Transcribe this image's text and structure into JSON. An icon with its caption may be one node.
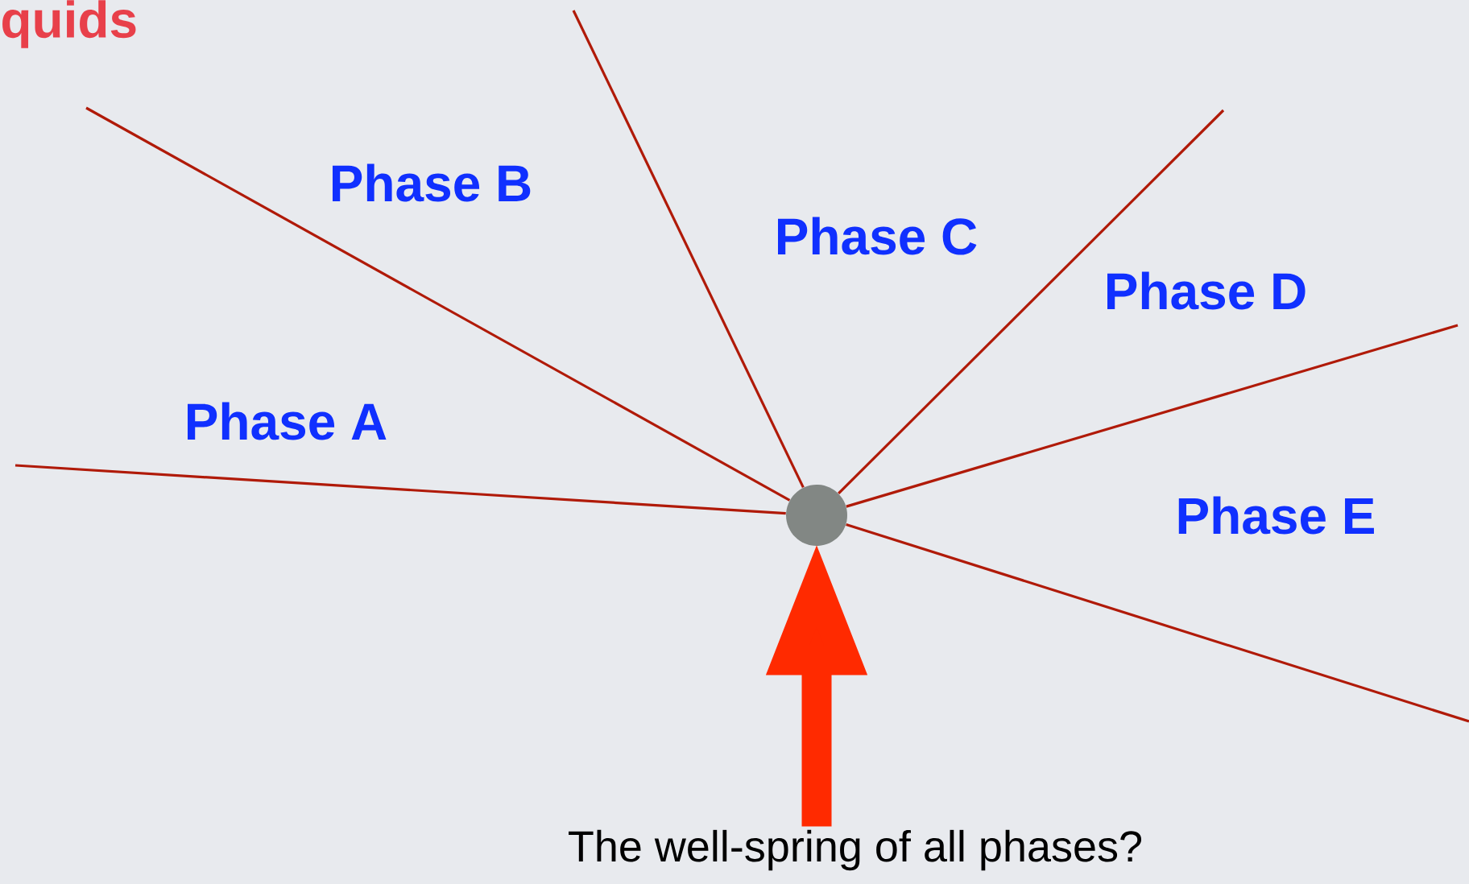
{
  "diagram": {
    "nodes": [
      {
        "text": [],
        "shape": "circle"
      },
      {
        "text": [
          "The well-spring of all phases?"
        ]
      }
    ],
    "edges": [
      {
        "from": null,
        "to": 0,
        "arrow": "none"
      },
      {
        "from": null,
        "to": 0,
        "arrow": "none"
      },
      {
        "from": null,
        "to": 0,
        "arrow": "none"
      },
      {
        "from": null,
        "to": 0,
        "arrow": "none"
      },
      {
        "from": null,
        "to": 0,
        "arrow": "none"
      },
      {
        "from": null,
        "to": 0,
        "arrow": "none"
      },
      {
        "from": 1,
        "to": 0,
        "arrow": "to",
        "style": "thick",
        "color": "#ff2a00"
      }
    ],
    "labels": [
      "quids",
      "Phase B",
      "Phase C",
      "Phase D",
      "Phase A",
      "Phase E"
    ]
  }
}
